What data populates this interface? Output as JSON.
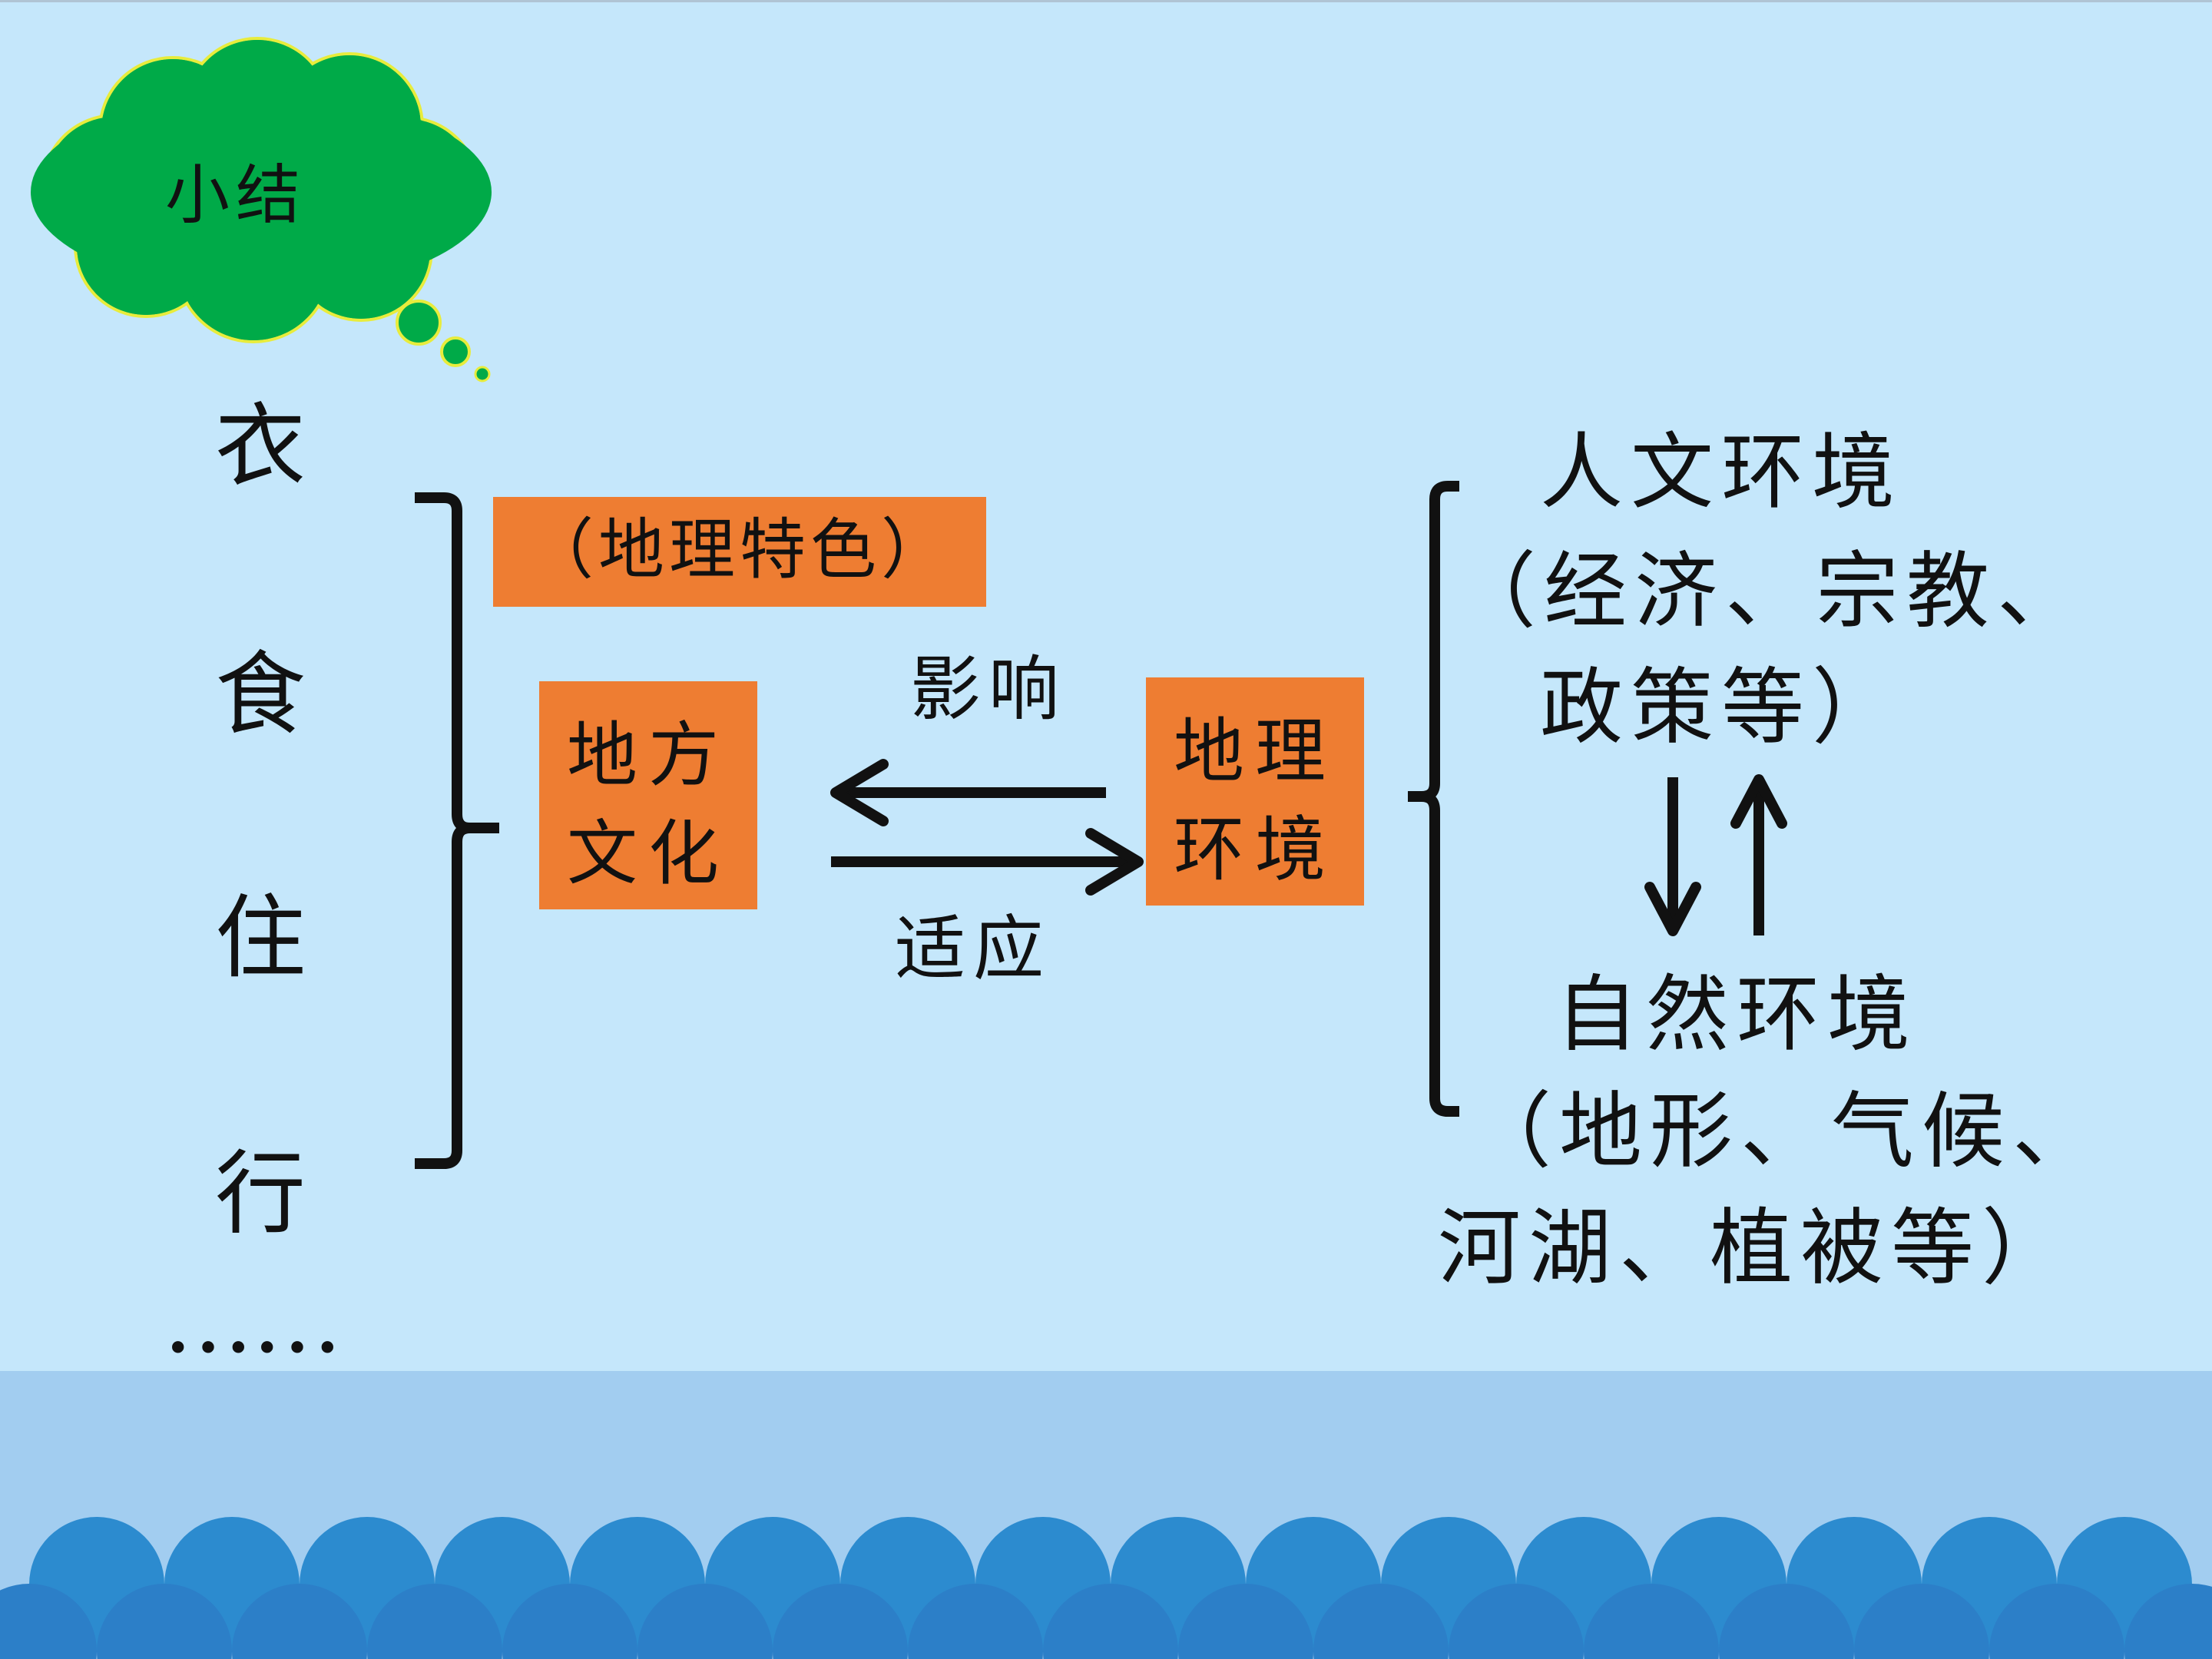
{
  "colors": {
    "background": "#C5E7FB",
    "sea_band": "#A2CDF0",
    "waves_back": "#2C8BCF",
    "waves_front": "#2C7FC8",
    "cloud_fill": "#00AA48",
    "cloud_outline": "#E8EC3C",
    "box_fill": "#EE7D32",
    "ink": "#111111"
  },
  "title_cloud": {
    "label": "小结"
  },
  "daily_life": {
    "items": [
      "衣",
      "食",
      "住",
      "行"
    ],
    "ellipsis": "……"
  },
  "geo_feature_box": {
    "label": "（地理特色）"
  },
  "local_culture_box": {
    "line1": "地方",
    "line2": "文化"
  },
  "geo_environment_box": {
    "line1": "地理",
    "line2": "环境"
  },
  "arrow_labels": {
    "influence": "影响",
    "adapt": "适应"
  },
  "human_environment": {
    "title": "人文环境",
    "detail_line1": "（经济、宗教、",
    "detail_line2": "政策等）"
  },
  "natural_environment": {
    "title": "自然环境",
    "detail_line1": "（地形、气候、",
    "detail_line2": "河湖、植被等）"
  }
}
